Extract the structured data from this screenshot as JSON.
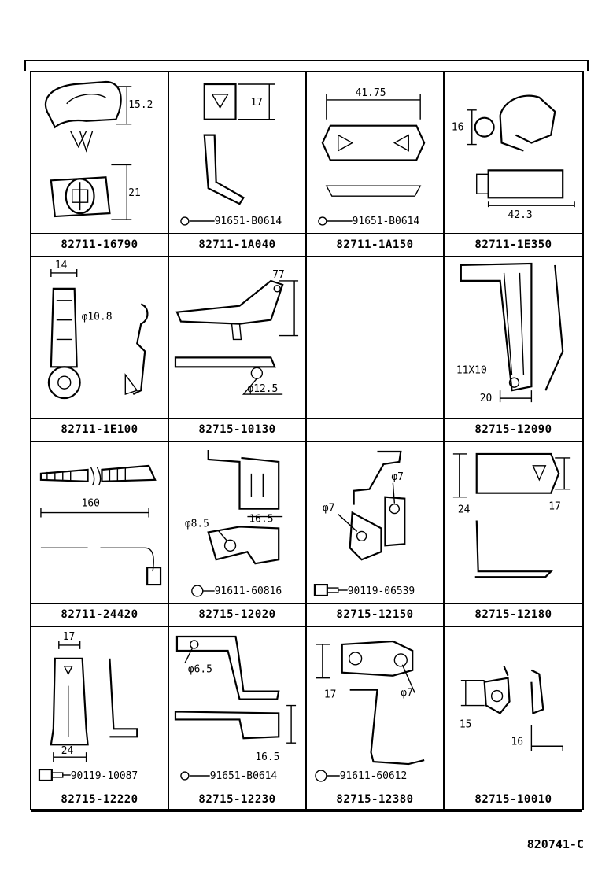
{
  "diagram_code": "820741-C",
  "cells": [
    {
      "part": "82711-16790",
      "dims": [
        "15.2",
        "21"
      ],
      "sub": ""
    },
    {
      "part": "82711-1A040",
      "dims": [
        "17"
      ],
      "sub": "91651-B0614"
    },
    {
      "part": "82711-1A150",
      "dims": [
        "41.75"
      ],
      "sub": "91651-B0614"
    },
    {
      "part": "82711-1E350",
      "dims": [
        "16",
        "42.3"
      ],
      "sub": ""
    },
    {
      "part": "82711-1E100",
      "dims": [
        "14",
        "φ10.8"
      ],
      "sub": ""
    },
    {
      "part": "82715-10130",
      "dims": [
        "77",
        "φ12.5"
      ],
      "sub": ""
    },
    {
      "part": "",
      "dims": [],
      "sub": ""
    },
    {
      "part": "82715-12090",
      "dims": [
        "11X10",
        "20"
      ],
      "sub": ""
    },
    {
      "part": "82711-24420",
      "dims": [
        "160"
      ],
      "sub": ""
    },
    {
      "part": "82715-12020",
      "dims": [
        "16.5",
        "φ8.5"
      ],
      "sub": "91611-60816"
    },
    {
      "part": "82715-12150",
      "dims": [
        "φ7",
        "φ7"
      ],
      "sub": "90119-06539"
    },
    {
      "part": "82715-12180",
      "dims": [
        "24",
        "17"
      ],
      "sub": ""
    },
    {
      "part": "82715-12220",
      "dims": [
        "17",
        "24"
      ],
      "sub": "90119-10087"
    },
    {
      "part": "82715-12230",
      "dims": [
        "φ6.5",
        "16.5"
      ],
      "sub": "91651-B0614"
    },
    {
      "part": "82715-12380",
      "dims": [
        "17",
        "φ7"
      ],
      "sub": "91611-60612"
    },
    {
      "part": "82715-10010",
      "dims": [
        "15",
        "16"
      ],
      "sub": ""
    }
  ]
}
